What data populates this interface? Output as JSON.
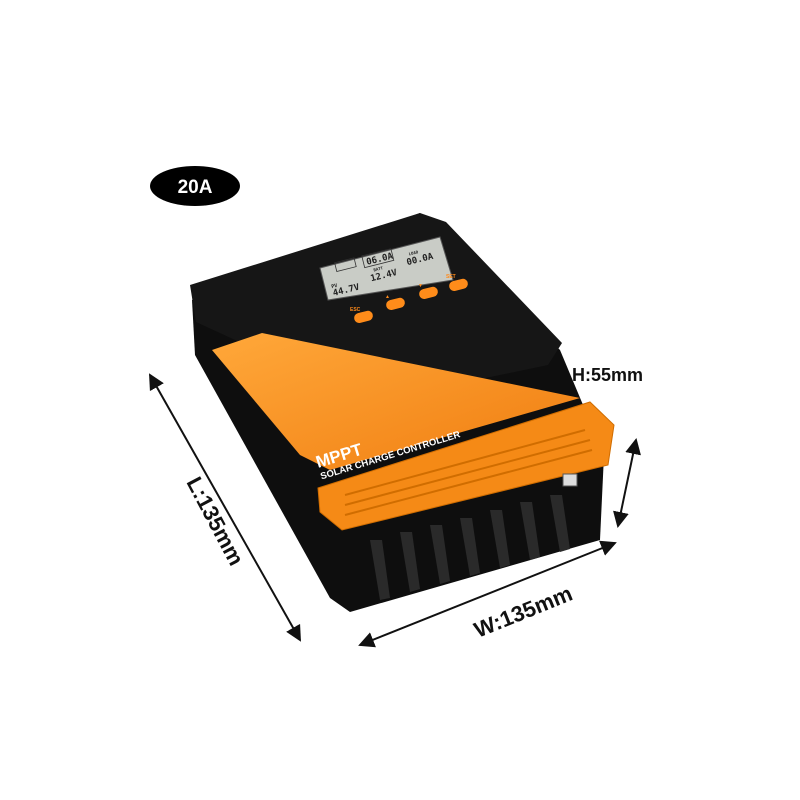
{
  "badge": {
    "label": "20A"
  },
  "device": {
    "brand_line1": "MPPT",
    "brand_line2": "SOLAR CHARGE CONTROLLER",
    "lcd": {
      "pv_label": "PV",
      "pv_value": "44.7V",
      "batt_current": "06.0A",
      "batt_label": "BATT",
      "batt_voltage": "12.4V",
      "load_label": "LOAD",
      "load_value": "00.0A"
    },
    "buttons": {
      "esc": "ESC",
      "up": "▲",
      "down": "▼",
      "set": "SET"
    }
  },
  "dimensions": {
    "length": "L:135mm",
    "width": "W:135mm",
    "height": "H:55mm"
  },
  "colors": {
    "orange": "#f7941d",
    "body": "#141414",
    "lcd": "#c9ccc6"
  }
}
